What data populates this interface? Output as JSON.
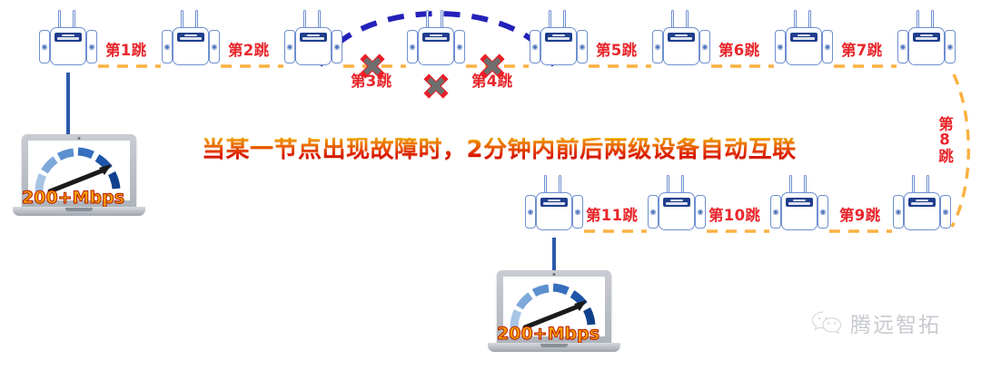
{
  "headline": {
    "text": "当某一节点出现故障时，2分钟内前后两级设备自动互联"
  },
  "colors": {
    "link_orange": "#FBB040",
    "bypass_blue": "#2321B8",
    "hop_red": "#E8262B",
    "fault_red": "#EE1C25",
    "fault_inner": "#6E6E6E",
    "device_blue": "#6F8FD0",
    "badge_blue": "#1F3E8C",
    "cable_blue": "#2B5BA8",
    "background": "#FFFFFF"
  },
  "top_row": {
    "devices": [
      {
        "name": "device-1",
        "icon": "wifi-repeater-icon"
      },
      {
        "name": "device-2",
        "icon": "wifi-repeater-icon"
      },
      {
        "name": "device-3",
        "icon": "wifi-repeater-icon"
      },
      {
        "name": "device-4",
        "icon": "wifi-repeater-icon",
        "status": "faulty"
      },
      {
        "name": "device-5",
        "icon": "wifi-repeater-icon"
      },
      {
        "name": "device-6",
        "icon": "wifi-repeater-icon"
      },
      {
        "name": "device-7",
        "icon": "wifi-repeater-icon"
      },
      {
        "name": "device-8",
        "icon": "wifi-repeater-icon"
      }
    ],
    "hops": [
      {
        "label": "第1跳"
      },
      {
        "label": "第2跳"
      },
      {
        "label": "第3跳"
      },
      {
        "label": "第4跳"
      },
      {
        "label": "第5跳"
      },
      {
        "label": "第6跳"
      },
      {
        "label": "第7跳"
      }
    ]
  },
  "side_hop": {
    "label": "第8跳"
  },
  "bottom_row": {
    "devices": [
      {
        "name": "device-11",
        "icon": "wifi-repeater-icon"
      },
      {
        "name": "device-10",
        "icon": "wifi-repeater-icon"
      },
      {
        "name": "device-9b",
        "icon": "wifi-repeater-icon"
      },
      {
        "name": "device-9",
        "icon": "wifi-repeater-icon"
      }
    ],
    "hops": [
      {
        "label": "第11跳"
      },
      {
        "label": "第10跳"
      },
      {
        "label": "第9跳"
      }
    ]
  },
  "faults": [
    {
      "name": "fault-x-hop3",
      "icon": "cross-x-icon"
    },
    {
      "name": "fault-x-device4",
      "icon": "cross-x-icon"
    },
    {
      "name": "fault-x-hop4",
      "icon": "cross-x-icon"
    }
  ],
  "laptops": [
    {
      "name": "laptop-top",
      "speed": "200+Mbps",
      "gauge": "speedometer-icon"
    },
    {
      "name": "laptop-bottom",
      "speed": "200+Mbps",
      "gauge": "speedometer-icon"
    }
  ],
  "watermark": {
    "text": "腾远智拓",
    "icon": "wechat-icon"
  }
}
